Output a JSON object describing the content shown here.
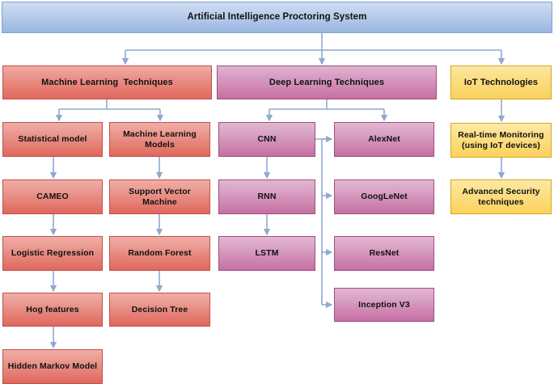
{
  "diagram": {
    "title": "Artificial Intelligence Proctoring System",
    "colors": {
      "root": "#9ab6e2",
      "machine_learning": "#e0675c",
      "deep_learning": "#c66fa2",
      "iot": "#fbd25e",
      "connector": "#8fa9cf"
    },
    "root": {
      "label": "Artificial Intelligence Proctoring System"
    },
    "branches": [
      {
        "key": "machine_learning",
        "label": "Machine Learning  Techniques",
        "columns": [
          {
            "key": "statistical",
            "nodes": [
              "Statistical model",
              "CAMEO",
              "Logistic Regression",
              "Hog features",
              "Hidden Markov Model"
            ]
          },
          {
            "key": "ml_models",
            "nodes": [
              "Machine Learning Models",
              "Support Vector Machine",
              "Random Forest",
              "Decision Tree"
            ]
          }
        ]
      },
      {
        "key": "deep_learning",
        "label": "Deep Learning Techniques",
        "columns": [
          {
            "key": "architectures",
            "nodes": [
              "CNN",
              "RNN",
              "LSTM"
            ]
          },
          {
            "key": "cnn_models",
            "nodes": [
              "AlexNet",
              "GoogLeNet",
              "ResNet",
              "Inception V3"
            ]
          }
        ]
      },
      {
        "key": "iot",
        "label": "IoT Technologies",
        "columns": [
          {
            "key": "iot_stack",
            "nodes": [
              "Real-time Monitoring\n(using IoT devices)",
              "Advanced Security\ntechniques"
            ]
          }
        ]
      }
    ]
  }
}
